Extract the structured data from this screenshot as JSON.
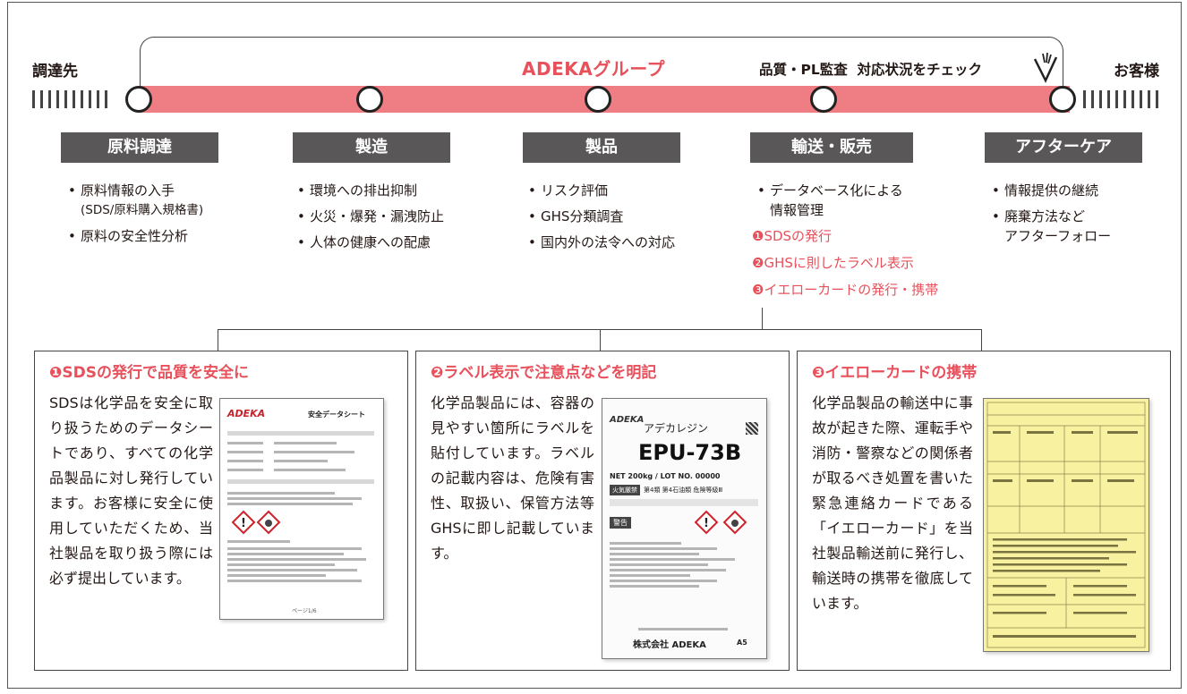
{
  "ends": {
    "left": "調達先",
    "right": "お客様"
  },
  "header": {
    "group": "ADEKAグループ",
    "audit": "品質・PL監査  対応状況をチェック"
  },
  "stages": [
    {
      "label": "原料調達",
      "items": [
        {
          "text": "原料情報の入手",
          "sub": "(SDS/原料購入規格書)"
        },
        {
          "text": "原料の安全性分析"
        }
      ]
    },
    {
      "label": "製造",
      "items": [
        {
          "text": "環境への排出抑制"
        },
        {
          "text": "火災・爆発・漏洩防止"
        },
        {
          "text": "人体の健康への配慮"
        }
      ]
    },
    {
      "label": "製品",
      "items": [
        {
          "text": "リスク評価"
        },
        {
          "text": "GHS分類調査"
        },
        {
          "text": "国内外の法令への対応"
        }
      ]
    },
    {
      "label": "輸送・販売",
      "items": [
        {
          "text": "データベース化による",
          "sub": "情報管理"
        }
      ],
      "highlights": [
        "❶SDSの発行",
        "❷GHSに則したラベル表示",
        "❸イエローカードの発行・携帯"
      ]
    },
    {
      "label": "アフターケア",
      "items": [
        {
          "text": "情報提供の継続"
        },
        {
          "text": "廃棄方法など",
          "sub": "アフターフォロー"
        }
      ]
    }
  ],
  "panels": [
    {
      "title": "❶SDSの発行で品質を安全に",
      "body": "SDSは化学品を安全に取り扱うためのデータシートであり、すべての化学品製品に対し発行しています。お客様に安全に使用していただくため、当社製品を取り扱う際には必ず提出しています。",
      "doc": {
        "brand": "ADEKA",
        "heading": "安全データシート",
        "footer": "ページ1/6"
      }
    },
    {
      "title": "❷ラベル表示で注意点などを明記",
      "body": "化学品製品には、容器の見やすい箇所にラベルを貼付しています。ラベルの記載内容は、危険有害性、取扱い、保管方法等GHSに即し記載しています。",
      "doc": {
        "brand": "ADEKA",
        "product_kana": "アデカレジン",
        "product": "EPU-73B",
        "net": "NET  200kg / LOT NO.  00000",
        "class": "第4類 第4石油類 危険等級Ⅲ",
        "fire": "火気厳禁",
        "warning": "警告",
        "company": "株式会社 ADEKA",
        "code": "A5"
      }
    },
    {
      "title": "❸イエローカードの携帯",
      "body": "化学品製品の輸送中に事故が起きた際、運転手や消防・警察などの関係者が取るべき処置を書いた緊急連絡カードである「イエローカード」を当社製品輸送前に発行し、輸送時の携帯を徹底しています。"
    }
  ],
  "colors": {
    "accent": "#e8505b",
    "band": "#ef7d84",
    "stage_bg": "#595757",
    "card_yellow": "#f7f1a0"
  }
}
